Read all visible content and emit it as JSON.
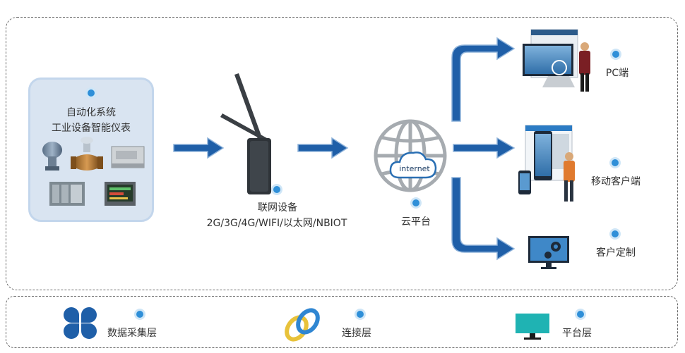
{
  "source": {
    "title_line1": "自动化系统",
    "title_line2": "工业设备智能仪表"
  },
  "gateway": {
    "title": "联网设备",
    "protocols": "2G/3G/4G/WIFI/以太网/NBIOT"
  },
  "cloud": {
    "cloud_text": "internet",
    "label": "云平台"
  },
  "outputs": [
    {
      "label": "PC端"
    },
    {
      "label": "移动客户端"
    },
    {
      "label": "客户定制"
    }
  ],
  "legend": [
    {
      "label": "数据采集层",
      "icon": "four-leaf-icon"
    },
    {
      "label": "连接层",
      "icon": "chain-link-icon"
    },
    {
      "label": "平台层",
      "icon": "monitor-icon"
    }
  ],
  "colors": {
    "arrow_blue": "#1f5fa8",
    "dot_blue": "#2f8fd8",
    "panel_bg": "#d9e4f1",
    "monitor_teal": "#1fb3b3"
  }
}
